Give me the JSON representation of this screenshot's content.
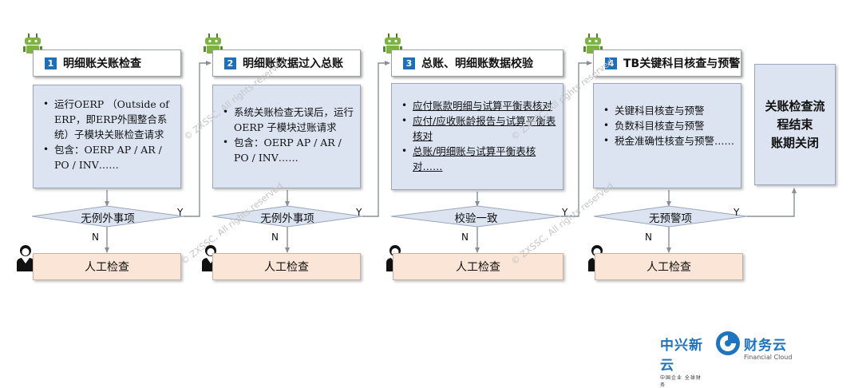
{
  "steps": [
    {
      "number": "1",
      "title": "明细账关账检查",
      "bullets": [
        "运行OERP （Outside of ERP，即ERP外围整合系统）子模块关账检查请求",
        "包含：OERP AP / AR / PO / INV……"
      ],
      "decision": "无例外事项",
      "manual": "人工检查"
    },
    {
      "number": "2",
      "title": "明细账数据过入总账",
      "bullets": [
        "系统关账检查无误后，运行OERP 子模块过账请求",
        "包含：OERP AP / AR / PO / INV……"
      ],
      "decision": "无例外事项",
      "manual": "人工检查"
    },
    {
      "number": "3",
      "title": "总账、明细账数据校验",
      "bullets": [
        "应付账款明细与试算平衡表核对",
        "应付/应收账龄报告与试算平衡表核对",
        "总账/明细账与试算平衡表核对……"
      ],
      "decision": "校验一致",
      "manual": "人工检查"
    },
    {
      "number": "4",
      "title": "TB关键科目核查与预警",
      "bullets": [
        "关键科目核查与预警",
        "负数科目核查与预警",
        "税金准确性核查与预警……"
      ],
      "decision": "无预警项",
      "manual": "人工检查"
    }
  ],
  "end_box": {
    "line1": "关账检查流",
    "line2": "程结束",
    "line3": "账期关闭"
  },
  "labels": {
    "yes": "Y",
    "no": "N"
  },
  "watermark": "© ZXSSC, All rights reserved",
  "logos": {
    "zx_main": "中兴新云",
    "zx_sub": "中国企业 全球财务",
    "cw_main": "财务云",
    "cw_sub": "Financial Cloud"
  },
  "colors": {
    "accent": "#1e6fb8",
    "content_fill": "#dce4f1",
    "manual_fill": "#fbe5d7",
    "robot": "#7cb342"
  }
}
